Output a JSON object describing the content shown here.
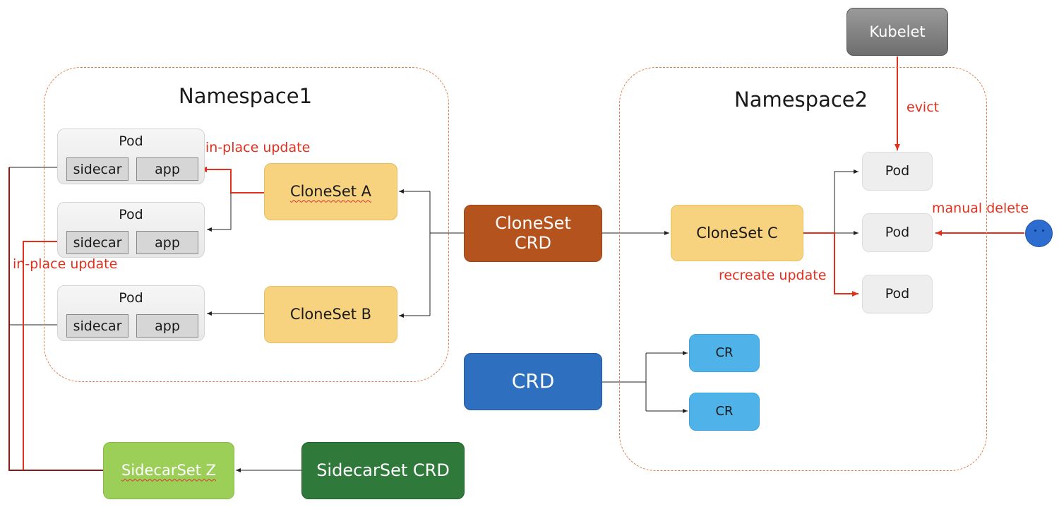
{
  "namespaces": {
    "ns1": {
      "title": "Namespace1"
    },
    "ns2": {
      "title": "Namespace2"
    }
  },
  "pods_ns1": [
    {
      "title": "Pod",
      "sidecar": "sidecar",
      "app": "app"
    },
    {
      "title": "Pod",
      "sidecar": "sidecar",
      "app": "app"
    },
    {
      "title": "Pod",
      "sidecar": "sidecar",
      "app": "app"
    }
  ],
  "nodes": {
    "cloneset_a": "CloneSet A",
    "cloneset_b": "CloneSet B",
    "cloneset_c": "CloneSet C",
    "cloneset_crd": "CloneSet\nCRD",
    "crd": "CRD",
    "sidecarset_crd": "SidecarSet CRD",
    "sidecarset_z": "SidecarSet Z",
    "kubelet": "Kubelet"
  },
  "pods_ns2": [
    "Pod",
    "Pod",
    "Pod"
  ],
  "crs": [
    "CR",
    "CR"
  ],
  "labels": {
    "in_place_update_top": "in-place update",
    "in_place_update_left": "in-place update",
    "evict": "evict",
    "manual_delete": "manual delete",
    "recreate_update": "recreate update"
  },
  "colors": {
    "namespace_border": "#e07c4a",
    "red_arrow": "#e0301e",
    "sidecar_line": "#8b1a1a",
    "cloneset": "#f7d27f",
    "cloneset_crd": "#b4531e",
    "crd": "#2f6fbf",
    "cr": "#4fb3ea",
    "sidecarset_crd": "#2f7a3a",
    "sidecarset_z": "#9bcf57",
    "kubelet": "#808080"
  },
  "icons": {
    "user": "user-face-icon"
  }
}
